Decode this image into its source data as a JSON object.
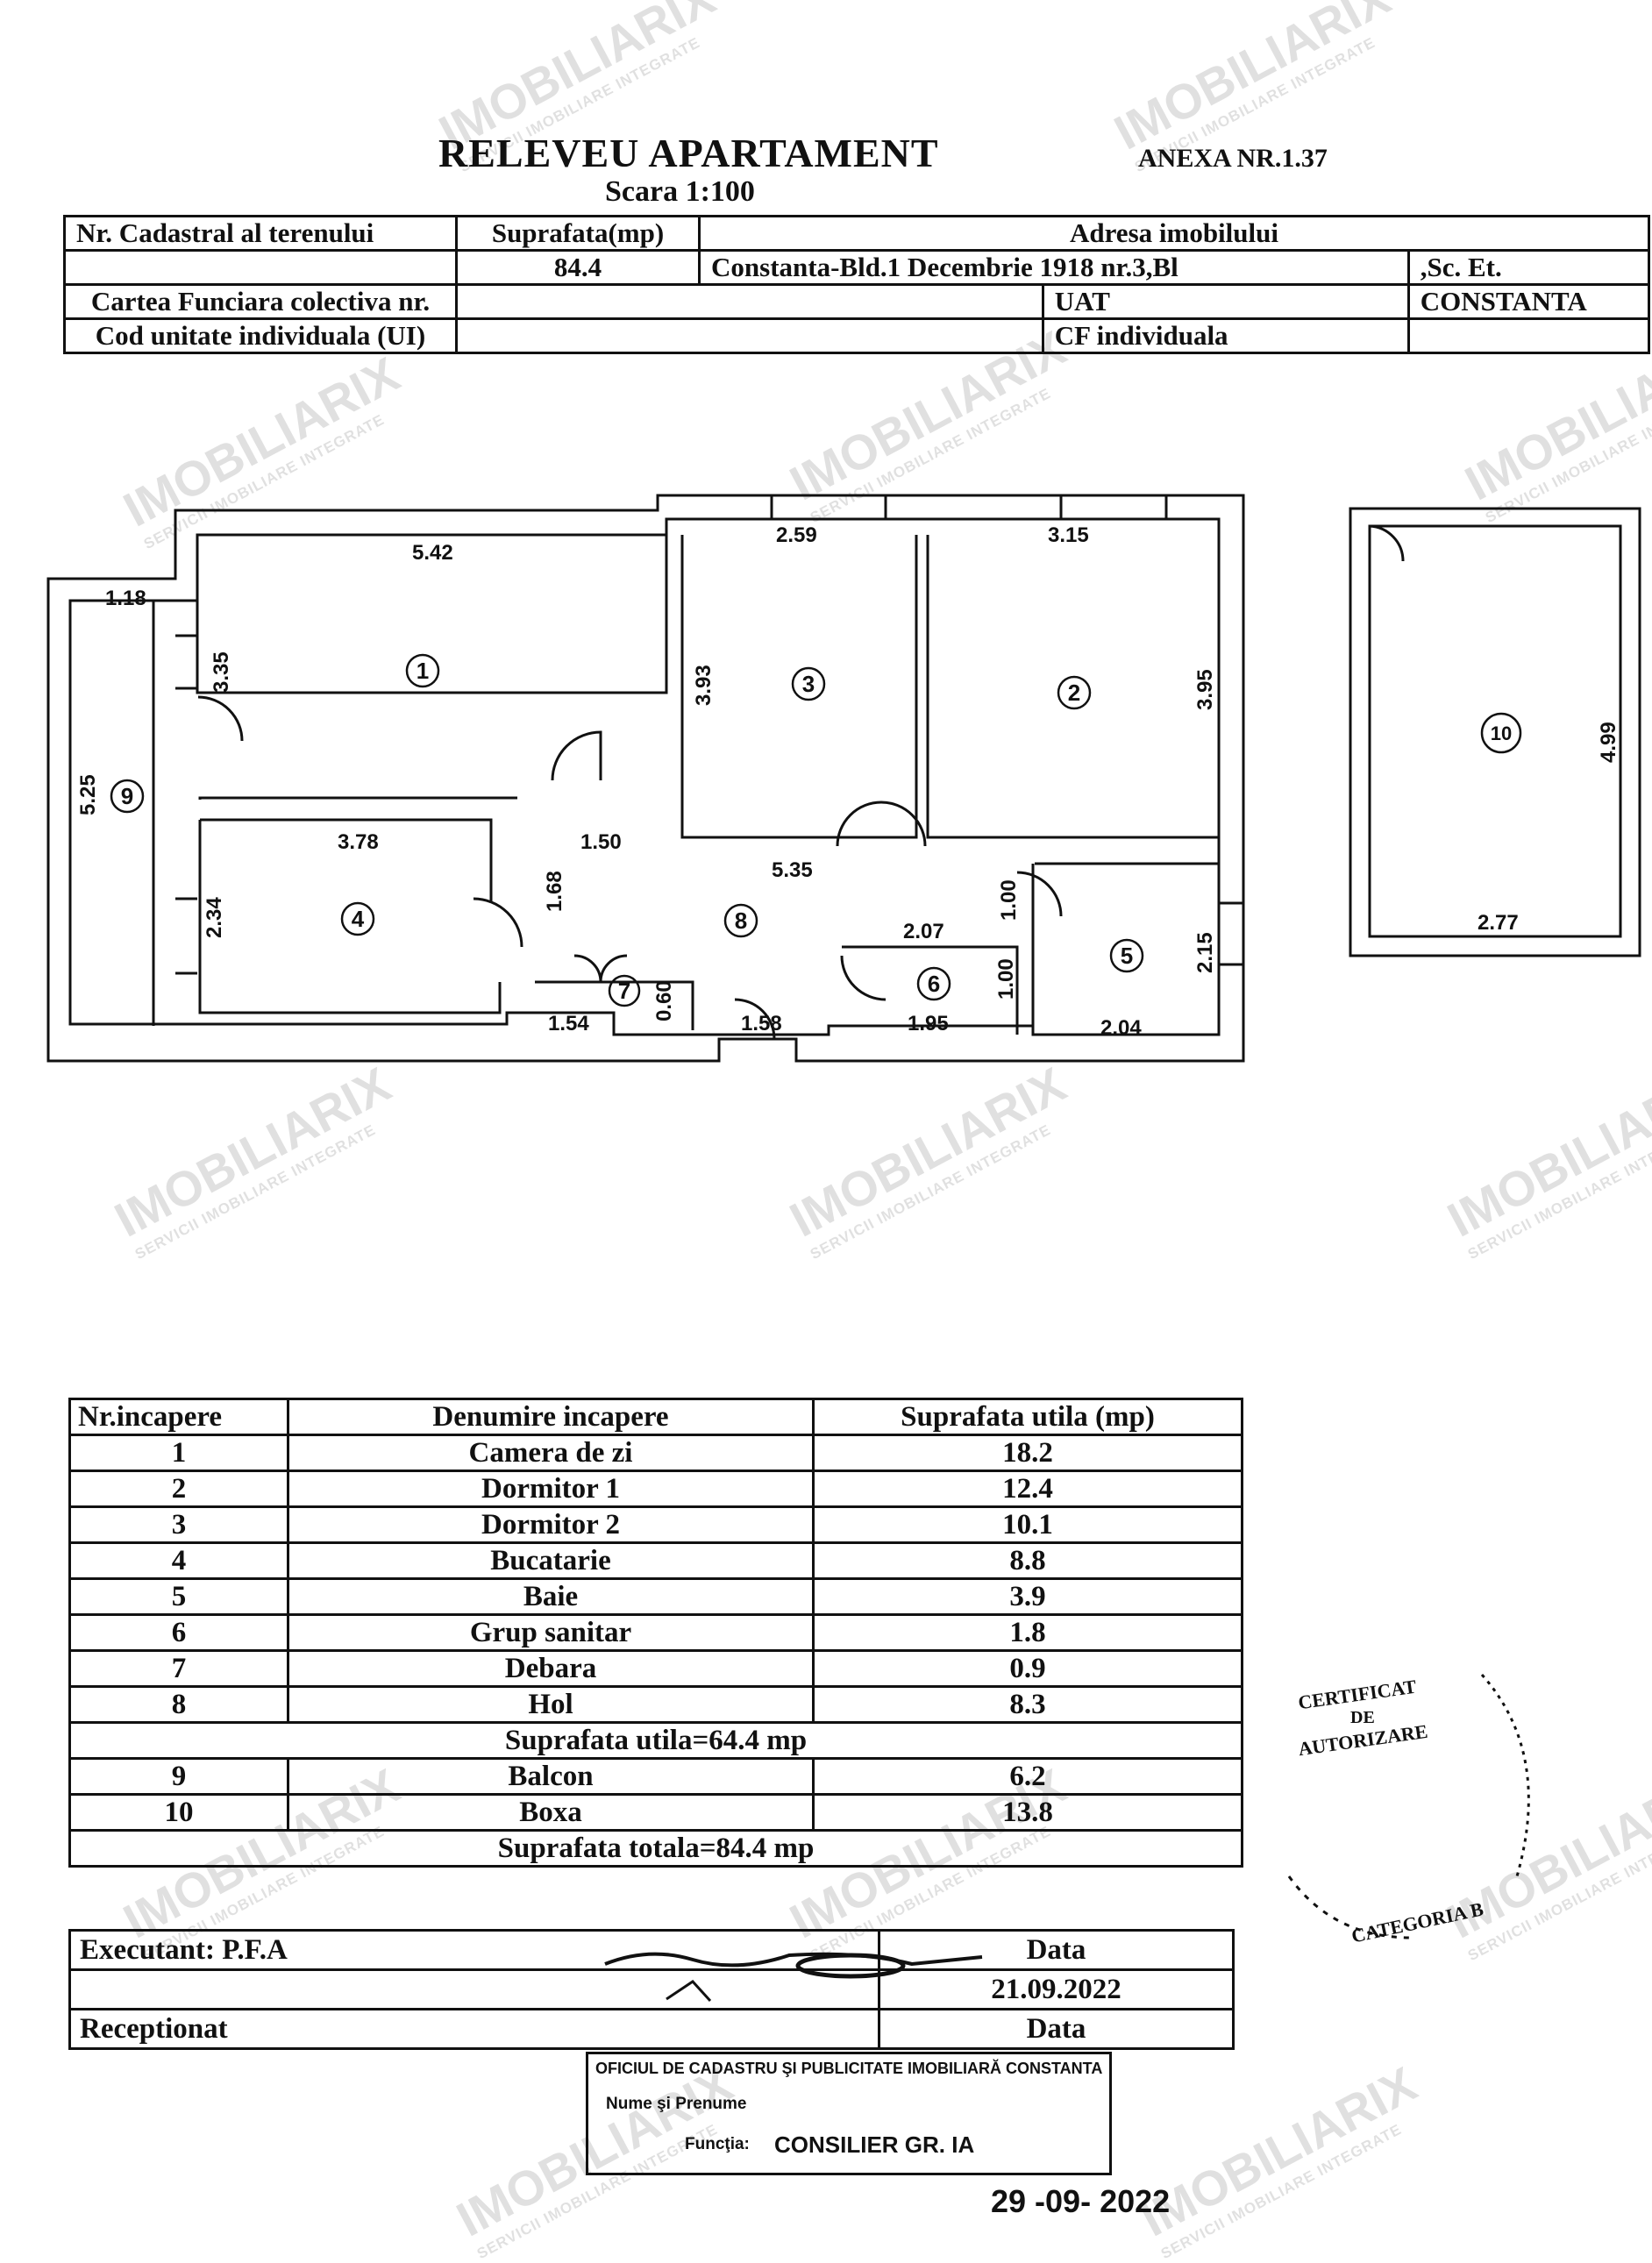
{
  "header": {
    "title": "RELEVEU APARTAMENT",
    "annex": "ANEXA NR.1.37",
    "scale": "Scara 1:100"
  },
  "info_table": {
    "nr_cadastral_label": "Nr. Cadastral al terenului",
    "suprafata_label": "Suprafata(mp)",
    "adresa_label": "Adresa imobilului",
    "suprafata_value": "84.4",
    "adresa_value": "Constanta-Bld.1 Decembrie 1918 nr.3,Bl",
    "sc_et": ",Sc.  Et.",
    "cf_colectiva_label": "Cartea Funciara colectiva nr.",
    "uat_label": "UAT",
    "uat_value": "CONSTANTA",
    "cod_ui_label": "Cod unitate individuala (UI)",
    "cf_individuala_label": "CF individuala"
  },
  "plan": {
    "dims": {
      "d542": "5.42",
      "d259": "2.59",
      "d315": "3.15",
      "d118": "1.18",
      "d335": "3.35",
      "d393": "3.93",
      "d395": "3.95",
      "d525": "5.25",
      "d378": "3.78",
      "d150": "1.50",
      "d535": "5.35",
      "d168": "1.68",
      "d234": "2.34",
      "d100a": "1.00",
      "d207": "2.07",
      "d215": "2.15",
      "d100b": "1.00",
      "d154": "1.54",
      "d060": "0.60",
      "d158": "1.58",
      "d195": "1.95",
      "d204": "2.04",
      "d499": "4.99",
      "d277": "2.77"
    },
    "room_numbers": [
      "1",
      "2",
      "3",
      "4",
      "5",
      "6",
      "7",
      "8",
      "9",
      "10"
    ]
  },
  "rooms_table": {
    "headers": [
      "Nr.incapere",
      "Denumire incapere",
      "Suprafata utila (mp)"
    ],
    "rows": [
      {
        "nr": "1",
        "name": "Camera de zi",
        "area": "18.2"
      },
      {
        "nr": "2",
        "name": "Dormitor 1",
        "area": "12.4"
      },
      {
        "nr": "3",
        "name": "Dormitor 2",
        "area": "10.1"
      },
      {
        "nr": "4",
        "name": "Bucatarie",
        "area": "8.8"
      },
      {
        "nr": "5",
        "name": "Baie",
        "area": "3.9"
      },
      {
        "nr": "6",
        "name": "Grup sanitar",
        "area": "1.8"
      },
      {
        "nr": "7",
        "name": "Debara",
        "area": "0.9"
      },
      {
        "nr": "8",
        "name": "Hol",
        "area": "8.3"
      }
    ],
    "subtotal": "Suprafata utila=64.4 mp",
    "extra_rows": [
      {
        "nr": "9",
        "name": "Balcon",
        "area": "6.2"
      },
      {
        "nr": "10",
        "name": "Boxa",
        "area": "13.8"
      }
    ],
    "total": "Suprafata totala=84.4 mp"
  },
  "footer": {
    "executant": "Executant: P.F.A",
    "data_label": "Data",
    "data_value": "21.09.2022",
    "receptionat": "Receptionat",
    "data_label2": "Data"
  },
  "stamp_box": {
    "office": "OFICIUL DE CADASTRU ŞI PUBLICITATE IMOBILIARĂ CONSTANTA",
    "nume_label": "Nume şi Prenume",
    "functia_label": "Funcţia:",
    "functia_value": "CONSILIER GR. IA",
    "date": "29 -09- 2022"
  },
  "seal": {
    "line1": "CERTIFICAT",
    "line2": "DE",
    "line3": "AUTORIZARE",
    "line4": "CATEGORIA B"
  },
  "watermark": {
    "brand": "IMOBILIARIX",
    "tagline": "SERVICII IMOBILIARE INTEGRATE"
  }
}
